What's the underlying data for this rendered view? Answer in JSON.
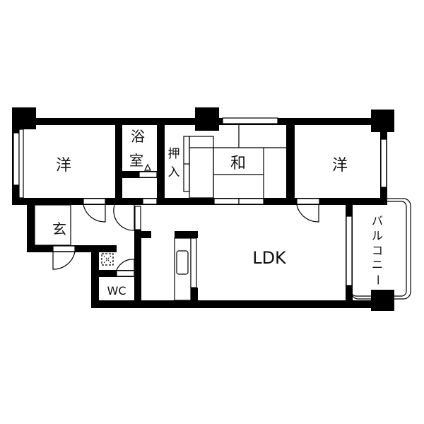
{
  "floorplan": {
    "rooms": {
      "western_left": "洋",
      "bath_1": "浴",
      "bath_2": "室",
      "closet_1": "押",
      "closet_2": "入",
      "japanese": "和",
      "western_right": "洋",
      "entrance": "玄",
      "toilet": "WC",
      "ldk": "LDK",
      "balcony": [
        "バ",
        "ル",
        "コ",
        "ニ",
        "ー"
      ]
    }
  }
}
